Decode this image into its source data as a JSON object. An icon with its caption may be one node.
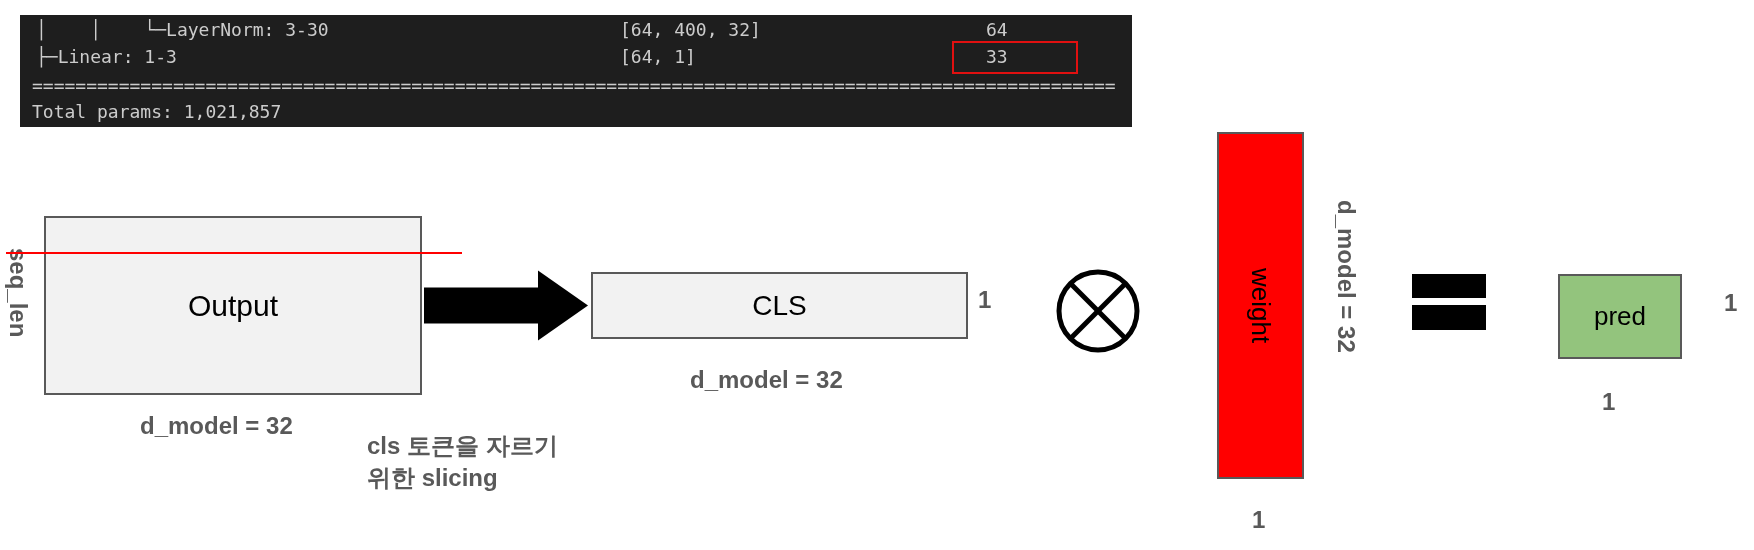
{
  "diagram": {
    "nodes": [
      {
        "text": [
          "Output"
        ],
        "beside": [
          "seq_len",
          "d_model = 32"
        ]
      },
      {
        "text": [
          "CLS"
        ],
        "beside": [
          "1",
          "d_model = 32"
        ]
      },
      {
        "text": [
          "weight"
        ],
        "beside": [
          "d_model = 32",
          "1"
        ]
      },
      {
        "text": [
          "pred"
        ],
        "beside": [
          "1",
          "1"
        ]
      }
    ],
    "edges": [
      {
        "from": 0,
        "to": 1,
        "arrow": "to"
      }
    ],
    "labels": [
      "│    │    └─LayerNorm: 3-30",
      "[64, 400, 32]",
      "64",
      "├─Linear: 1-3",
      "[64, 1]",
      "33",
      "====================================================================================================",
      "Total params: 1,021,857",
      "cls 토큰을 자르기 위한 slicing"
    ]
  }
}
